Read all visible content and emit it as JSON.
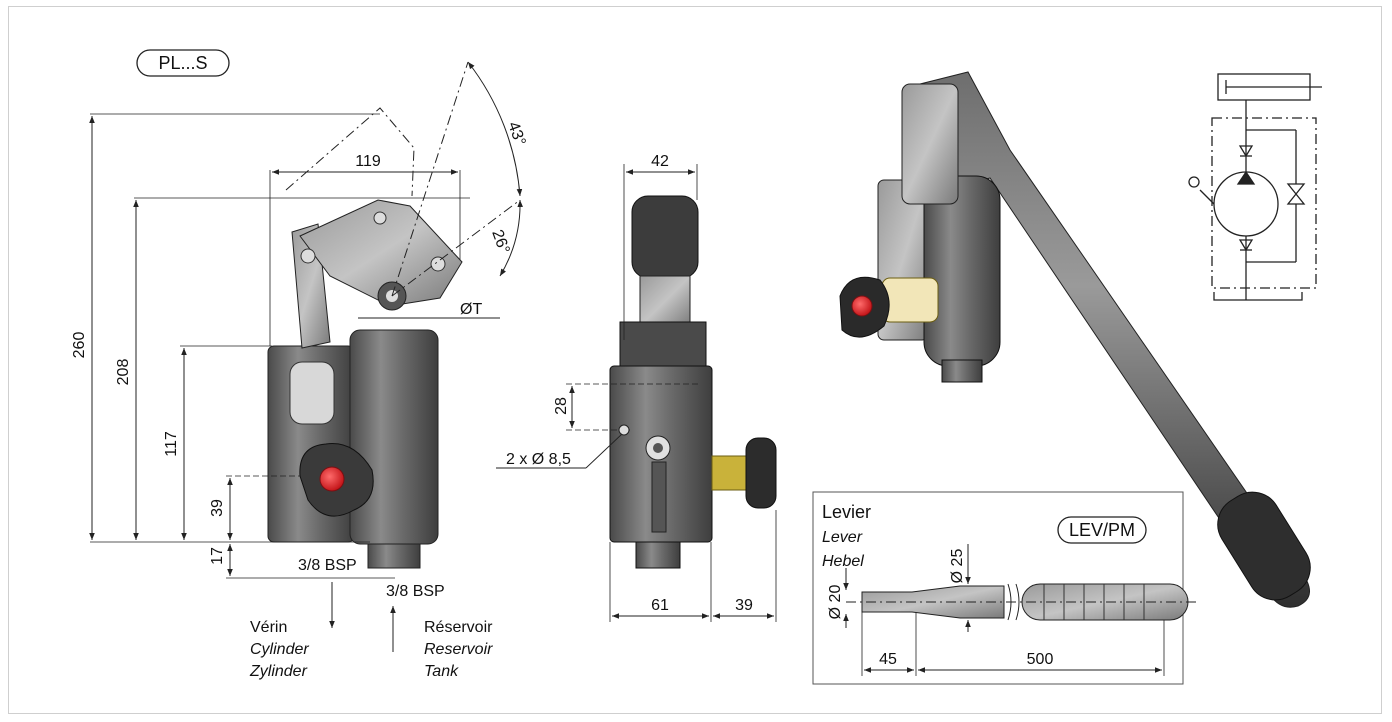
{
  "front_view": {
    "model_code": "PL...S",
    "dims": {
      "width_top": "119",
      "angle_upper": "43°",
      "angle_lower": "26°",
      "height_total": "260",
      "height_208": "208",
      "height_117": "117",
      "height_39": "39",
      "height_17": "17",
      "diameter_t": "ØT"
    },
    "port_cylinder": "3/8 BSP",
    "port_tank": "3/8 BSP",
    "cylinder_label": [
      "Vérin",
      "Cylinder",
      "Zylinder"
    ],
    "tank_label": [
      "Réservoir",
      "Reservoir",
      "Tank"
    ]
  },
  "side_view": {
    "dims": {
      "width_top": "42",
      "height_28": "28",
      "holes": "2 x Ø 8,5",
      "width_61": "61",
      "width_39": "39"
    }
  },
  "lever_detail": {
    "code": "LEV/PM",
    "title": [
      "Levier",
      "Lever",
      "Hebel"
    ],
    "dims": {
      "diameter_25": "Ø 25",
      "diameter_20": "Ø 20",
      "length_45": "45",
      "length_500": "500"
    }
  },
  "colors": {
    "body_metal": "#6b6b6b",
    "knob_red": "#e0262a",
    "line": "#222222"
  }
}
